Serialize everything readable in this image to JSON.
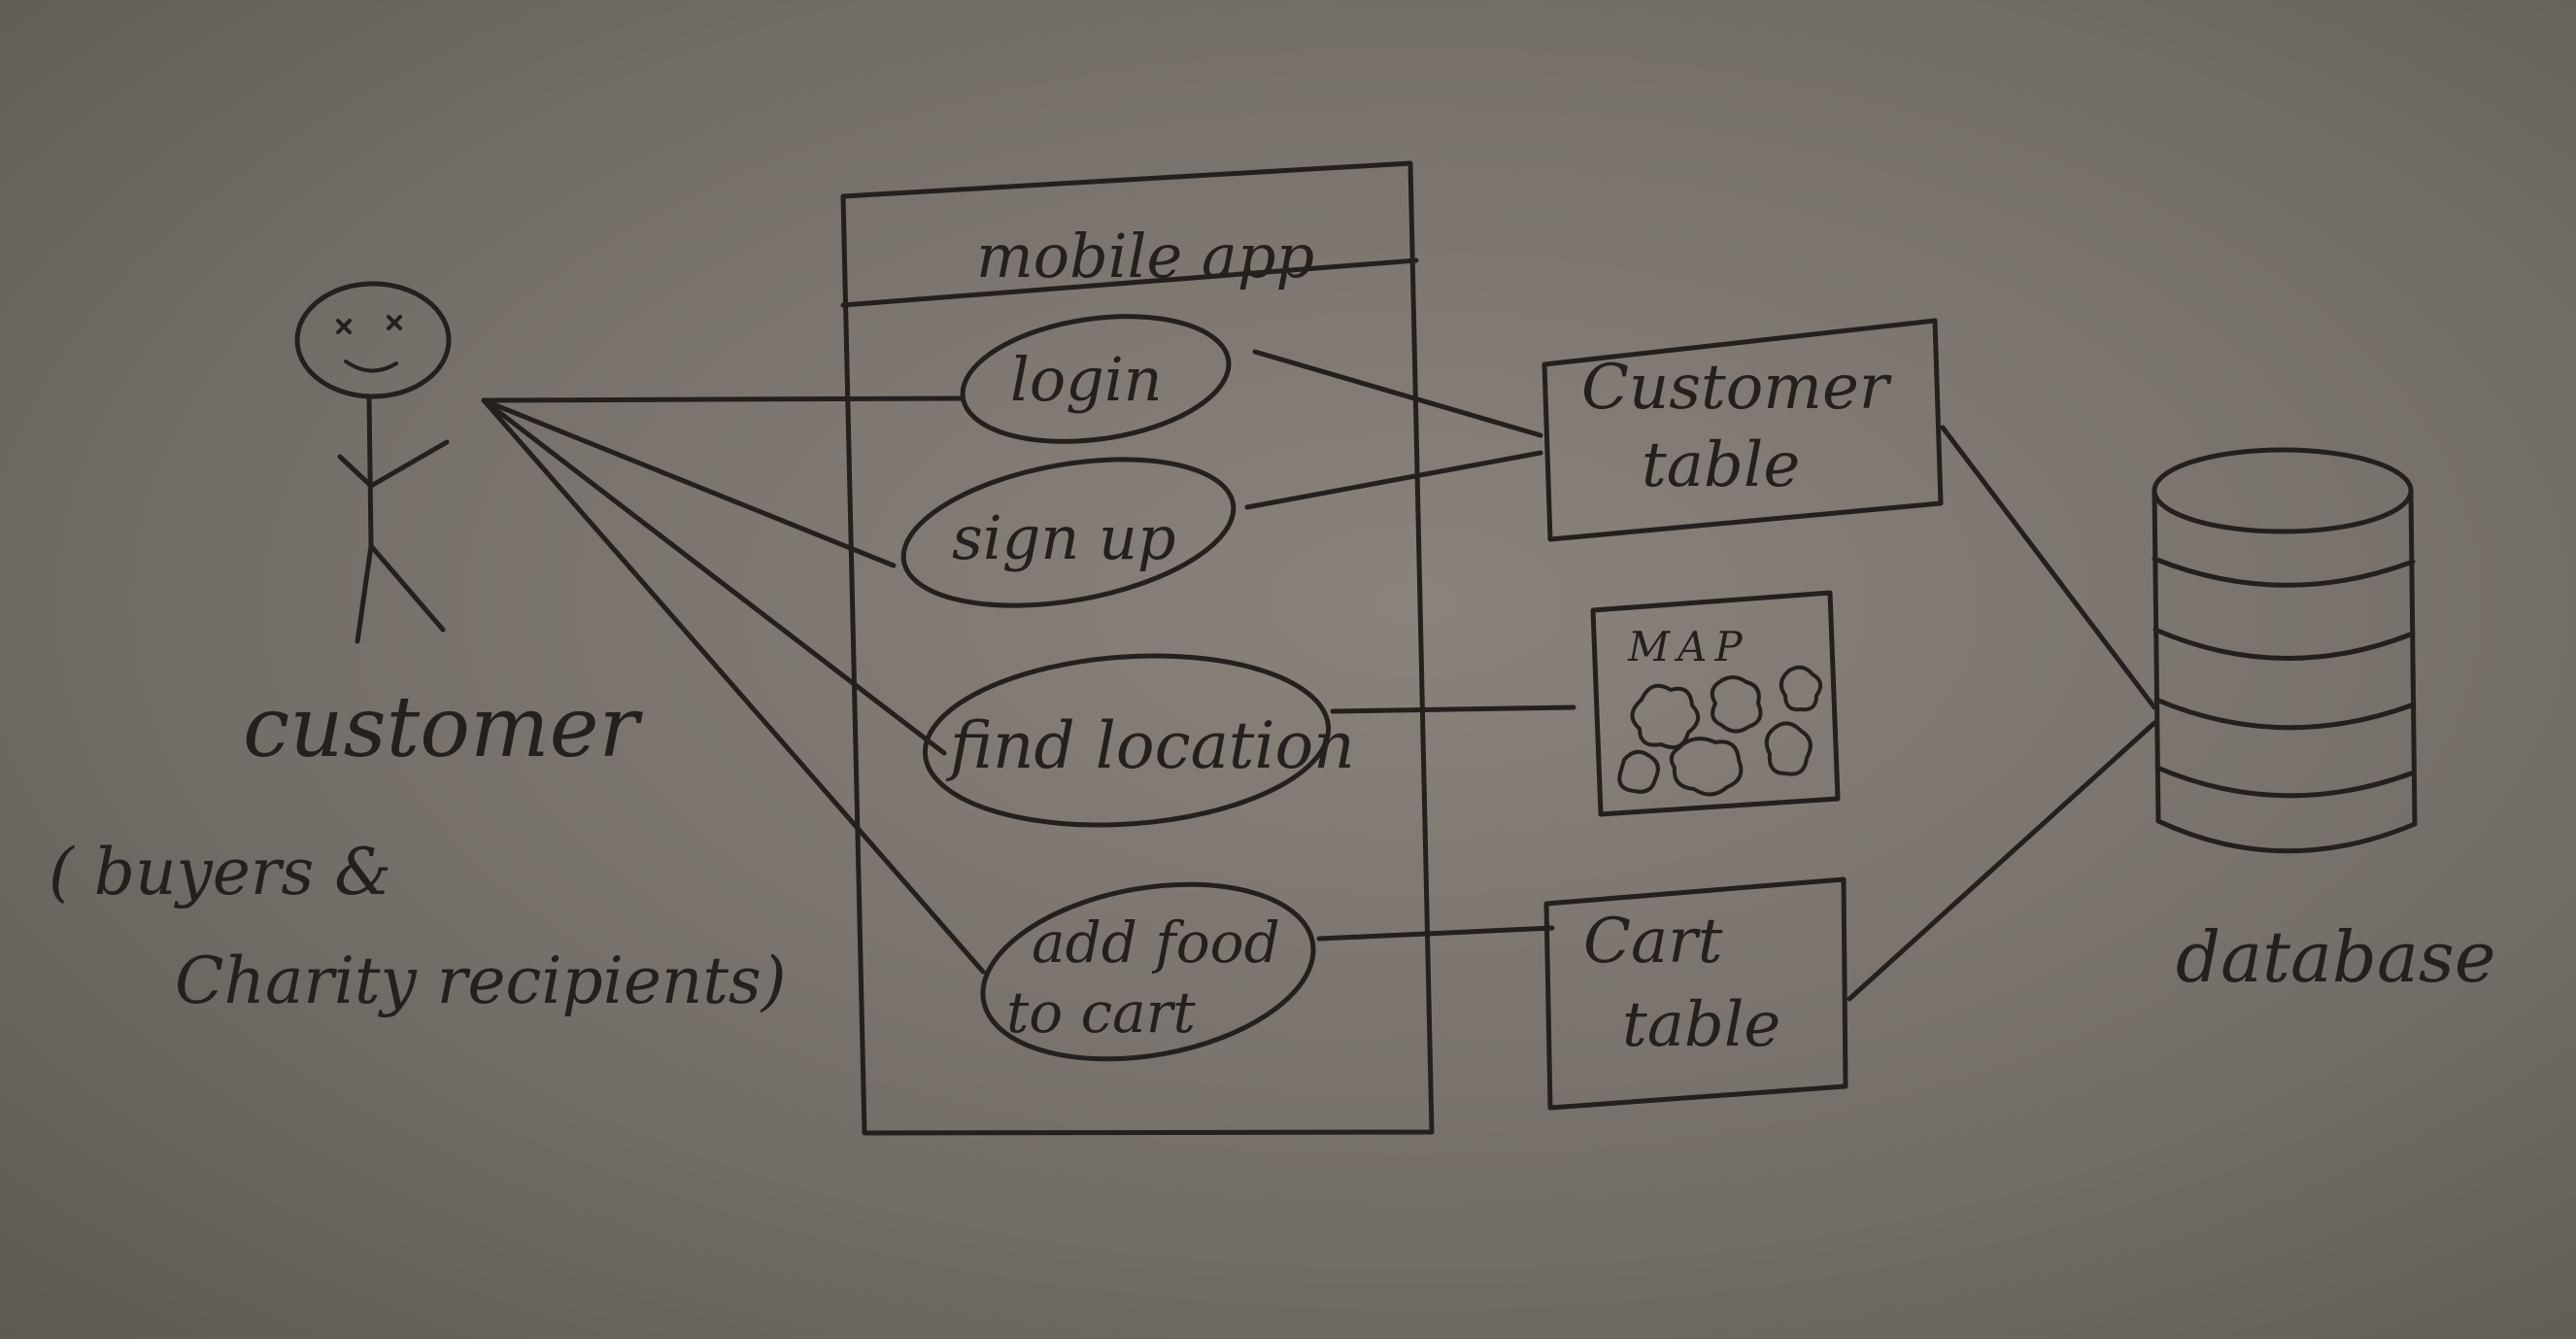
{
  "actor": {
    "name": "customer",
    "note_line1": "( buyers &",
    "note_line2": "Charity recipients)"
  },
  "system": {
    "title": "mobile app",
    "use_cases": [
      {
        "label": "login"
      },
      {
        "label": "sign up"
      },
      {
        "label": "find location"
      },
      {
        "label_line1": "add food",
        "label_line2": "to cart"
      }
    ]
  },
  "tables": {
    "customer_table": {
      "line1": "Customer",
      "line2": "table"
    },
    "map": {
      "title": "MAP"
    },
    "cart_table": {
      "line1": "Cart",
      "line2": "table"
    }
  },
  "database": {
    "label": "database"
  },
  "colors": {
    "ink": "#23201d",
    "paper": "#7d7670"
  }
}
